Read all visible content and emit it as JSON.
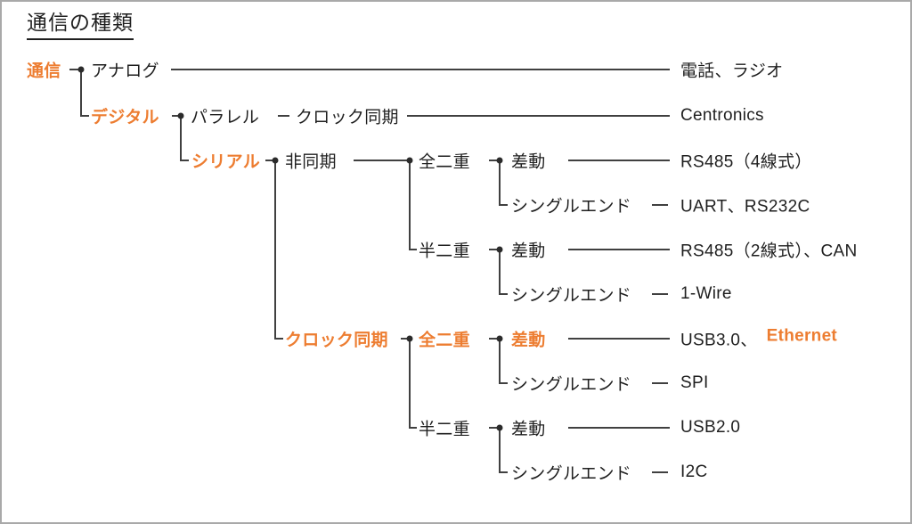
{
  "title": "通信の種類",
  "colors": {
    "accent": "#ED7D31",
    "text": "#1F1F1F",
    "line": "#404040"
  },
  "tree": {
    "root": "通信",
    "level2": {
      "analog": "アナログ",
      "digital": "デジタル"
    },
    "level3": {
      "parallel": "パラレル",
      "serial": "シリアル"
    },
    "level4": {
      "parallel_clock_sync": "クロック同期",
      "async": "非同期",
      "clock_sync": "クロック同期"
    },
    "duplex": {
      "async_full": "全二重",
      "async_half": "半二重",
      "sync_full": "全二重",
      "sync_half": "半二重"
    },
    "signaling": {
      "async_full_diff": "差動",
      "async_full_single": "シングルエンド",
      "async_half_diff": "差動",
      "async_half_single": "シングルエンド",
      "sync_full_diff": "差動",
      "sync_full_single": "シングルエンド",
      "sync_half_diff": "差動",
      "sync_half_single": "シングルエンド"
    },
    "outcomes": {
      "analog": "電話、ラジオ",
      "parallel": "Centronics",
      "async_full_diff": "RS485（4線式）",
      "async_full_single": "UART、RS232C",
      "async_half_diff": "RS485（2線式）、CAN",
      "async_half_single": "1-Wire",
      "sync_full_diff_plain": "USB3.0、",
      "sync_full_diff_accent": "Ethernet",
      "sync_full_single": "SPI",
      "sync_half_diff": "USB2.0",
      "sync_half_single": "I2C"
    }
  }
}
